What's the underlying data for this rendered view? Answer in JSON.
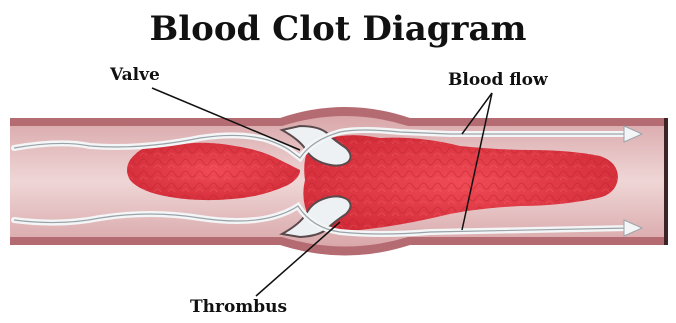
{
  "diagram": {
    "title": "Blood Clot Diagram",
    "labels": {
      "valve": "Valve",
      "blood_flow": "Blood flow",
      "thrombus": "Thrombus"
    }
  },
  "colors": {
    "vessel_wall": "#b56b72",
    "vessel_inner": "#e8c8c9",
    "clot": "#e0333f",
    "clot_highlight": "#f04a55",
    "flow_arrow": "#ecf0f2",
    "valve": "#eef1f3"
  }
}
